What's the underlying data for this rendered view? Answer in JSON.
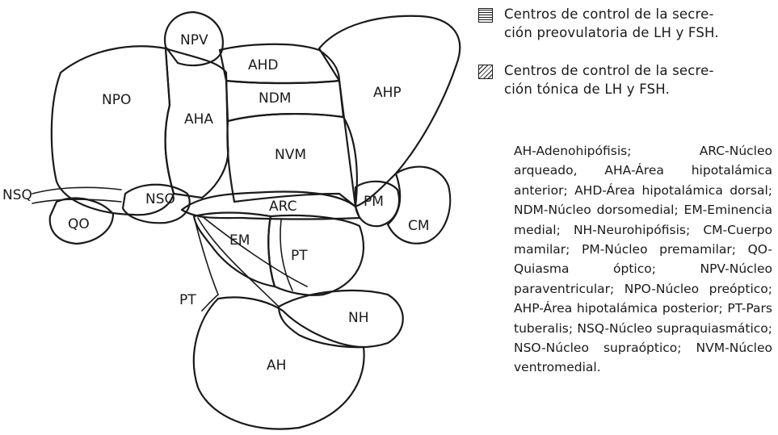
{
  "legend": {
    "preovulatory": {
      "pattern": "horizontal-lines",
      "line1": "Centros de control de la secre-",
      "line2": "ción preovulatoria de LH y FSH."
    },
    "tonic": {
      "pattern": "diagonal-lines",
      "line1": "Centros de control de la secre-",
      "line2": "ción tónica de LH y FSH."
    }
  },
  "abbreviations": "AH-Adenohipófisis; ARC-Núcleo arqueado, AHA-Área hipotalámica anterior; AHD-Área hipotalámica dorsal; NDM-Núcleo dorsomedial; EM-Eminencia medial; NH-Neurohipófisis; CM-Cuerpo mamilar; PM-Núcleo premamilar; QO-Quiasma óptico; NPV-Núcleo paraventricular; NPO-Núcleo preóptico; AHP-Área hipotalámica posterior; PT-Pars tuberalis; NSQ-Núcleo supraquiasmático; NSO-Núcleo supraóptico; NVM-Núcleo ventromedial.",
  "labels": {
    "npv": "NPV",
    "ahd": "AHD",
    "ahp": "AHP",
    "npo": "NPO",
    "ndm": "NDM",
    "aha": "AHA",
    "nvm": "NVM",
    "nsq": "NSQ",
    "nso": "NSO",
    "arc": "ARC",
    "pm": "PM",
    "qo": "QO",
    "cm": "CM",
    "em": "EM",
    "pt_inner": "PT",
    "pt_outer": "PT",
    "nh": "NH",
    "ah": "AH"
  },
  "colors": {
    "ink": "#1a1a1a",
    "background": "#ffffff"
  }
}
